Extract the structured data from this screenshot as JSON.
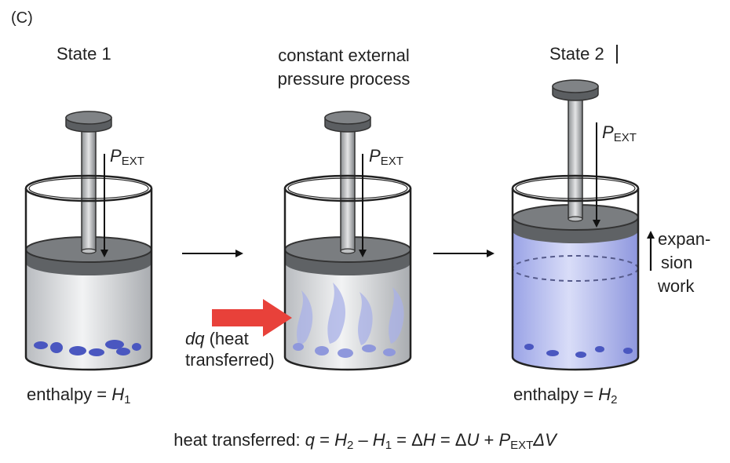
{
  "panel_label": "(C)",
  "states": {
    "state1": {
      "title": "State 1",
      "enthalpy_prefix": "enthalpy = ",
      "enthalpy_symbol": "H",
      "enthalpy_sub": "1"
    },
    "process": {
      "title_line1": "constant external",
      "title_line2": "pressure process"
    },
    "state2": {
      "title": "State 2",
      "enthalpy_prefix": "enthalpy = ",
      "enthalpy_symbol": "H",
      "enthalpy_sub": "2"
    }
  },
  "pext": {
    "symbol": "P",
    "sub": "EXT"
  },
  "heat": {
    "dq": "dq",
    "line1_rest": " (heat",
    "line2": "transferred)"
  },
  "expansion_work": {
    "line1": "expan-",
    "line2": "sion",
    "line3": "work"
  },
  "equation": {
    "prefix": "heat transferred: ",
    "q": "q",
    "eq1": " = ",
    "H2": "H",
    "H2_sub": "2",
    "minus": " – ",
    "H1": "H",
    "H1_sub": "1",
    "eq2": " = Δ",
    "dH": "H",
    "eq3": " = Δ",
    "dU": "U",
    "plus": " + ",
    "P": "P",
    "P_sub": "EXT",
    "dV": "ΔV"
  },
  "colors": {
    "gas_gray": "#d8dadd",
    "gas_blue": "#b7bff0",
    "blob_blue": "#4a57c0",
    "arrow_red": "#e8413a",
    "piston_gray": "#6a6d70"
  }
}
